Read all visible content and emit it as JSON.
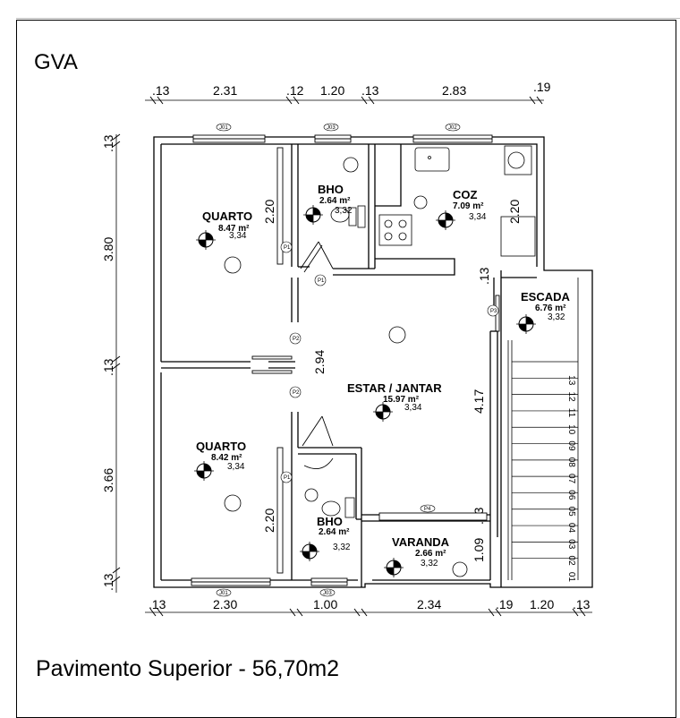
{
  "header": {
    "label": "GVA"
  },
  "footer": {
    "caption": "Pavimento Superior - 56,70m2"
  },
  "dims": {
    "top": [
      ".13",
      "2.31",
      ".12",
      "1.20",
      ".13",
      "2.83",
      ".19"
    ],
    "bottom": [
      ".13",
      "2.30",
      "1.00",
      "2.34",
      ".19",
      "1.20",
      ".13"
    ],
    "left": [
      ".13",
      "3.80",
      ".13",
      "3.66",
      ".13"
    ],
    "inner": {
      "d1": "2.20",
      "d2": "2.20",
      "d3": "2.94",
      "d4": "2.20",
      "d5": "4.17",
      ".13a": ".13",
      ".13b": ".13",
      "d6": "1.09"
    }
  },
  "rooms": {
    "quarto1": {
      "name": "QUARTO",
      "area": "8.47 m²",
      "level": "3,34"
    },
    "bho1": {
      "name": "BHO",
      "area": "2.64 m²",
      "level": "3,32"
    },
    "coz": {
      "name": "COZ",
      "area": "7.09 m²",
      "level": "3,34"
    },
    "escada": {
      "name": "ESCADA",
      "area": "6.76 m²",
      "level": "3,32"
    },
    "estar": {
      "name": "ESTAR / JANTAR",
      "area": "15.97 m²",
      "level": "3,34"
    },
    "quarto2": {
      "name": "QUARTO",
      "area": "8.42 m²",
      "level": "3,34"
    },
    "bho2": {
      "name": "BHO",
      "area": "2.64 m²",
      "level": "3,32"
    },
    "varanda": {
      "name": "VARANDA",
      "area": "2.66 m²",
      "level": "3,32"
    }
  },
  "tags": {
    "j01": "J01",
    "j02": "J02",
    "j03": "J03",
    "p1": "P1",
    "p2": "P2",
    "p3": "P3",
    "p4": "P4"
  },
  "steps": [
    "13",
    "12",
    "11",
    "10",
    "09",
    "08",
    "07",
    "06",
    "05",
    "04",
    "03",
    "02",
    "01"
  ]
}
